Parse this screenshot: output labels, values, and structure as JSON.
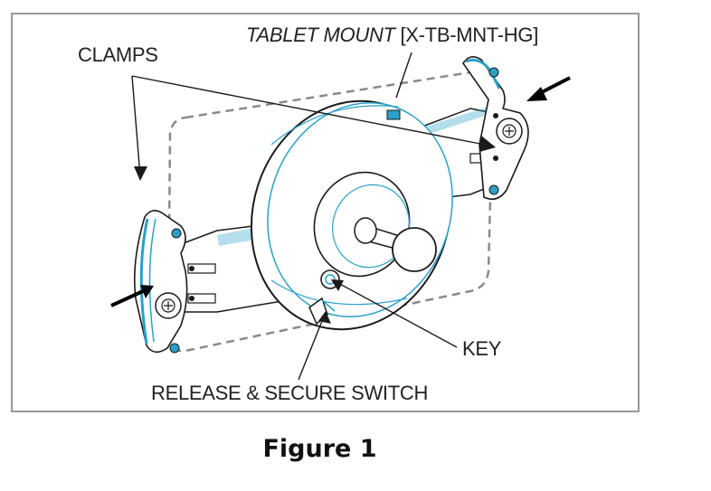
{
  "figure": {
    "caption": "Figure 1"
  },
  "labels": {
    "title_italic": "TABLET MOUNT",
    "title_code": " [X-TB-MNT-HG]",
    "clamps": "CLAMPS",
    "key": "KEY",
    "release_switch": "RELEASE & SECURE SWITCH"
  },
  "colors": {
    "outline": "#1a1a1a",
    "accent_blue": "#2aa0c8",
    "dashed_tablet": "#8a8a8a",
    "frame_border": "#9a9a9a"
  }
}
